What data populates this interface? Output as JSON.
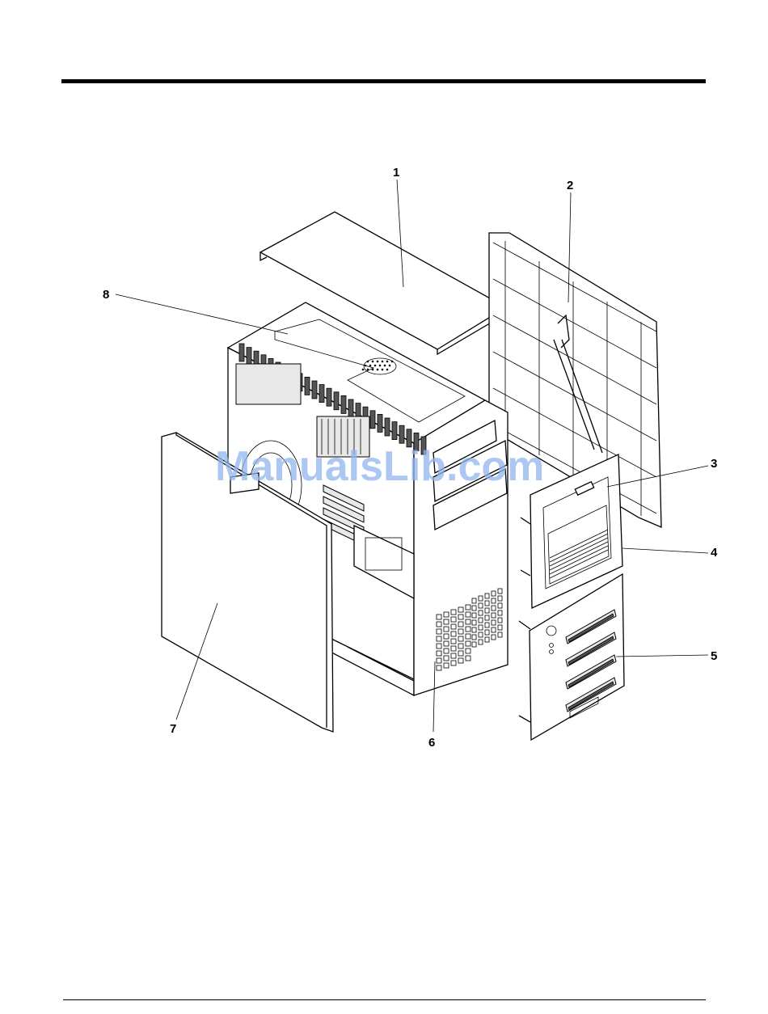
{
  "callouts": [
    {
      "id": "1",
      "label": "1"
    },
    {
      "id": "2",
      "label": "2"
    },
    {
      "id": "3",
      "label": "3"
    },
    {
      "id": "4",
      "label": "4"
    },
    {
      "id": "5",
      "label": "5"
    },
    {
      "id": "6",
      "label": "6"
    },
    {
      "id": "7",
      "label": "7"
    },
    {
      "id": "8",
      "label": "8"
    }
  ],
  "watermark": "ManualsLib.com"
}
